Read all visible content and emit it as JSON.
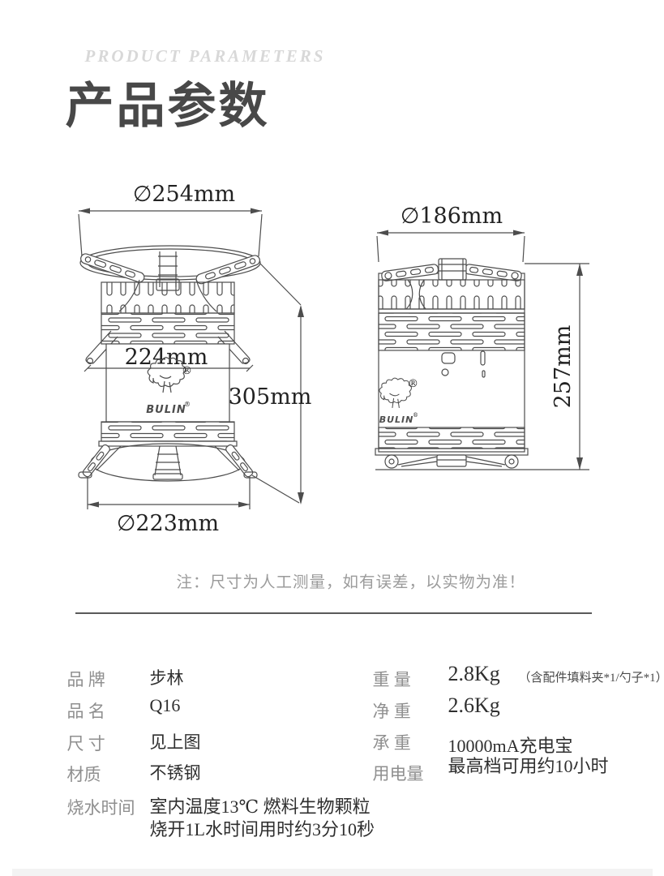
{
  "header": {
    "eyebrow": "PRODUCT PARAMETERS",
    "title": "产品参数"
  },
  "diagram": {
    "expanded_view": {
      "top_diameter": "∅254mm",
      "body_width": "224mm",
      "total_height": "305mm",
      "base_diameter": "∅223mm"
    },
    "folded_view": {
      "top_diameter": "∅186mm",
      "total_height": "257mm"
    },
    "brand_logo": "BULIN",
    "registered_mark": "®"
  },
  "note": "注：尺寸为人工测量，如有误差，以实物为准！",
  "specs": {
    "brand": {
      "label": "品 牌",
      "value": "步林"
    },
    "product_name": {
      "label": "品 名",
      "value": "Q16"
    },
    "size": {
      "label": "尺 寸",
      "value": "见上图"
    },
    "material": {
      "label": "材质",
      "value": "不锈钢"
    },
    "boil_time": {
      "label": "烧水时间",
      "value_line1": "室内温度13℃ 燃料生物颗粒",
      "value_line2": "烧开1L水时间用时约3分10秒"
    },
    "weight": {
      "label": "重 量",
      "value": "2.8Kg",
      "note": "（含配件填料夹*1/勺子*1）"
    },
    "net_weight": {
      "label": "净 重",
      "value": "2.6Kg"
    },
    "load": {
      "label": "承 重",
      "value": "10000mA充电宝"
    },
    "power_usage": {
      "label": "用电量",
      "value": "最高档可用约10小时"
    }
  },
  "colors": {
    "drawing_line": "#4d4d4d",
    "divider": "#5a5a5a",
    "label_gray": "#8f8f8f",
    "value_dark": "#2f2f2f",
    "eyebrow_gray": "#d8d8d8",
    "title_gray": "#484848",
    "note_gray": "#9b9b9b"
  }
}
